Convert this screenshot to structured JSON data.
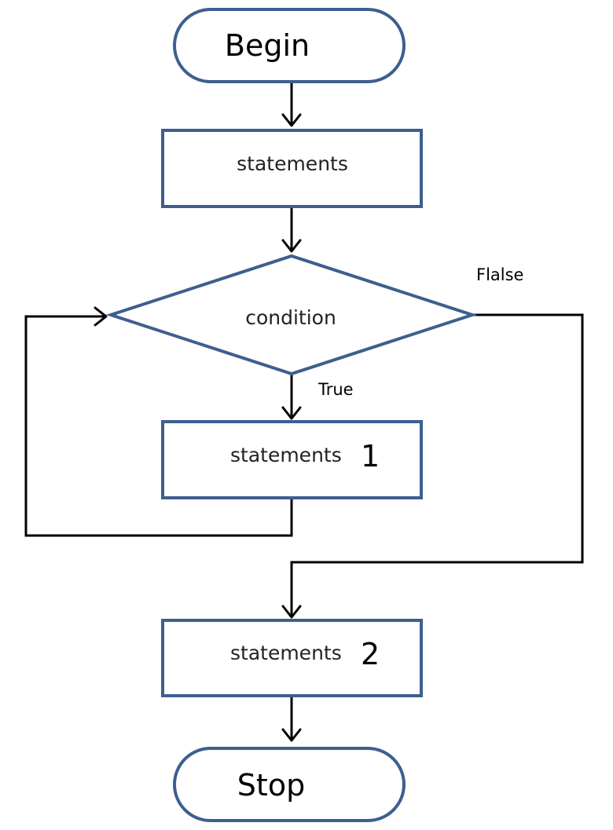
{
  "flowchart": {
    "begin": "Begin",
    "stop": "Stop",
    "statements": "statements",
    "condition": "condition",
    "statements1": {
      "text": "statements",
      "number": "1"
    },
    "statements2": {
      "text": "statements",
      "number": "2"
    },
    "true_label": "True",
    "false_label": "Flalse"
  },
  "colors": {
    "shape_border": "#3d5f8f",
    "connector": "#000000"
  }
}
